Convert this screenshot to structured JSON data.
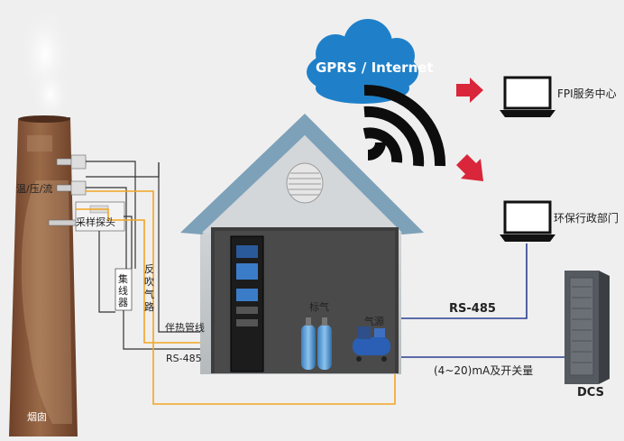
{
  "cloud_label": "GPRS / Internet",
  "fpi_label": "FPI服务中心",
  "env_label": "环保行政部门",
  "dcs_label": "DCS",
  "rs485_right": "RS-485",
  "ma_label": "(4~20)mA及开关量",
  "rs485_left": "RS-485",
  "heat_pipe_label": "伴热管线",
  "temp_label": "温/压/流",
  "probe_label": "采样探头",
  "hub_label": "集线器",
  "backblow_label": "反吹气路",
  "std_gas_label": "标气",
  "air_source_label": "气源",
  "chimney_label": "烟囱",
  "colors": {
    "orange_line": "#f2a623",
    "arrow_red": "#d9263a",
    "cloud_blue": "#1f80c9",
    "chimney_brown": "#8b5a3a",
    "roof": "#7da1b8",
    "link_navy": "#2a3f8f"
  }
}
